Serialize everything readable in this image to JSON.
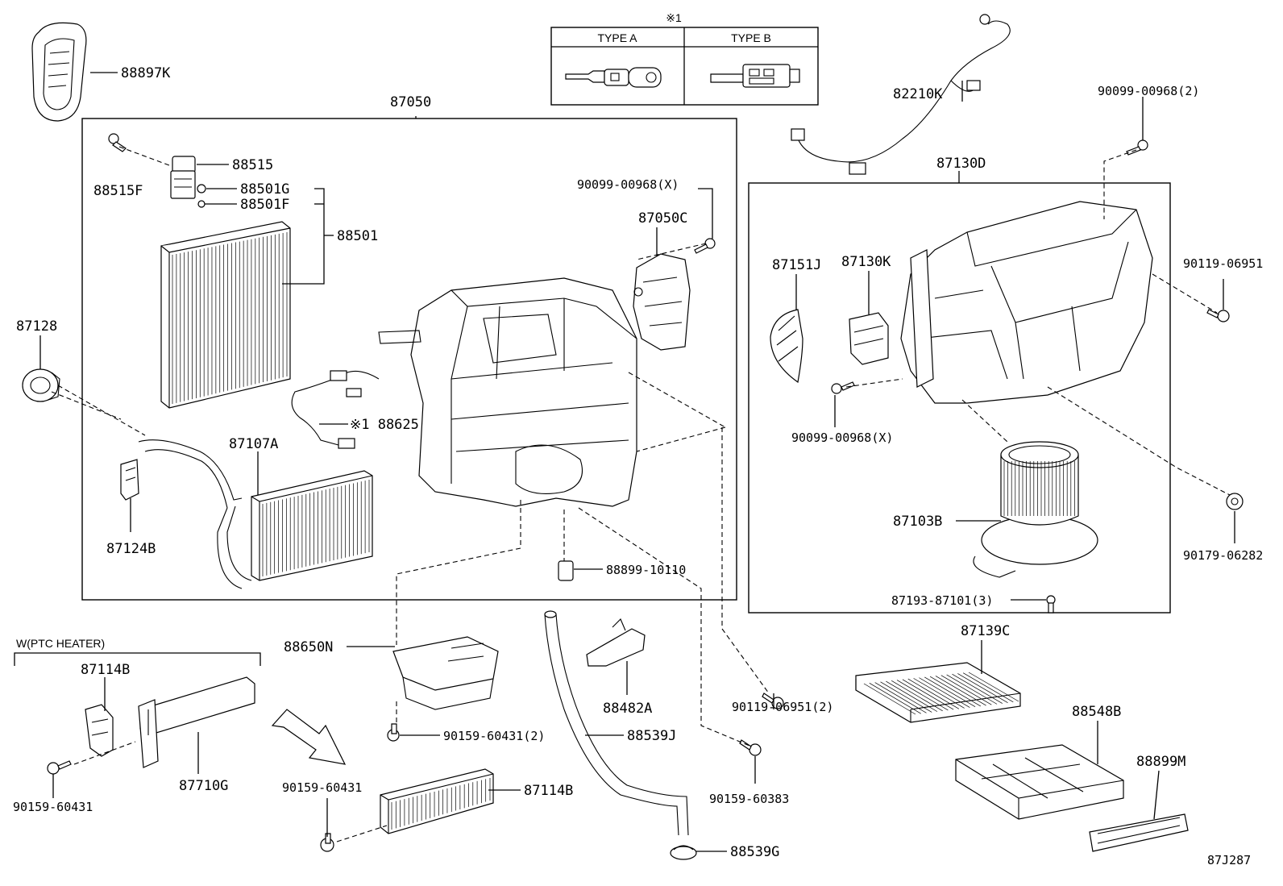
{
  "diagram_code": "87J287",
  "group_note": "W(PTC HEATER)",
  "legend": {
    "title": "※1",
    "type_a": "TYPE A",
    "type_b": "TYPE B"
  },
  "labels": {
    "p88897K": "88897K",
    "p87050": "87050",
    "p88515": "88515",
    "p88515F": "88515F",
    "p88501G": "88501G",
    "p88501F": "88501F",
    "p88501": "88501",
    "p90099x_a": "90099-00968(X)",
    "p87050C": "87050C",
    "p87128": "87128",
    "p88625": "※1 88625",
    "p87107A": "87107A",
    "p87124B": "87124B",
    "p88899_10110": "88899-10110",
    "p82210K": "82210K",
    "p90099_2": "90099-00968(2)",
    "p87130D": "87130D",
    "p87151J": "87151J",
    "p87130K": "87130K",
    "p90119_06951": "90119-06951",
    "p90099x_b": "90099-00968(X)",
    "p87103B": "87103B",
    "p90179": "90179-06282",
    "p87193": "87193-87101(3)",
    "p88650N": "88650N",
    "p87114B_a": "87114B",
    "p87710G": "87710G",
    "p90159_60431_a": "90159-60431",
    "p90159_60431_2": "90159-60431(2)",
    "p90159_60431_b": "90159-60431",
    "p87114B_b": "87114B",
    "p88482A": "88482A",
    "p88539J": "88539J",
    "p88539G": "88539G",
    "p90119_2": "90119-06951(2)",
    "p90159_60383": "90159-60383",
    "p87139C": "87139C",
    "p88548B": "88548B",
    "p88899M": "88899M"
  }
}
